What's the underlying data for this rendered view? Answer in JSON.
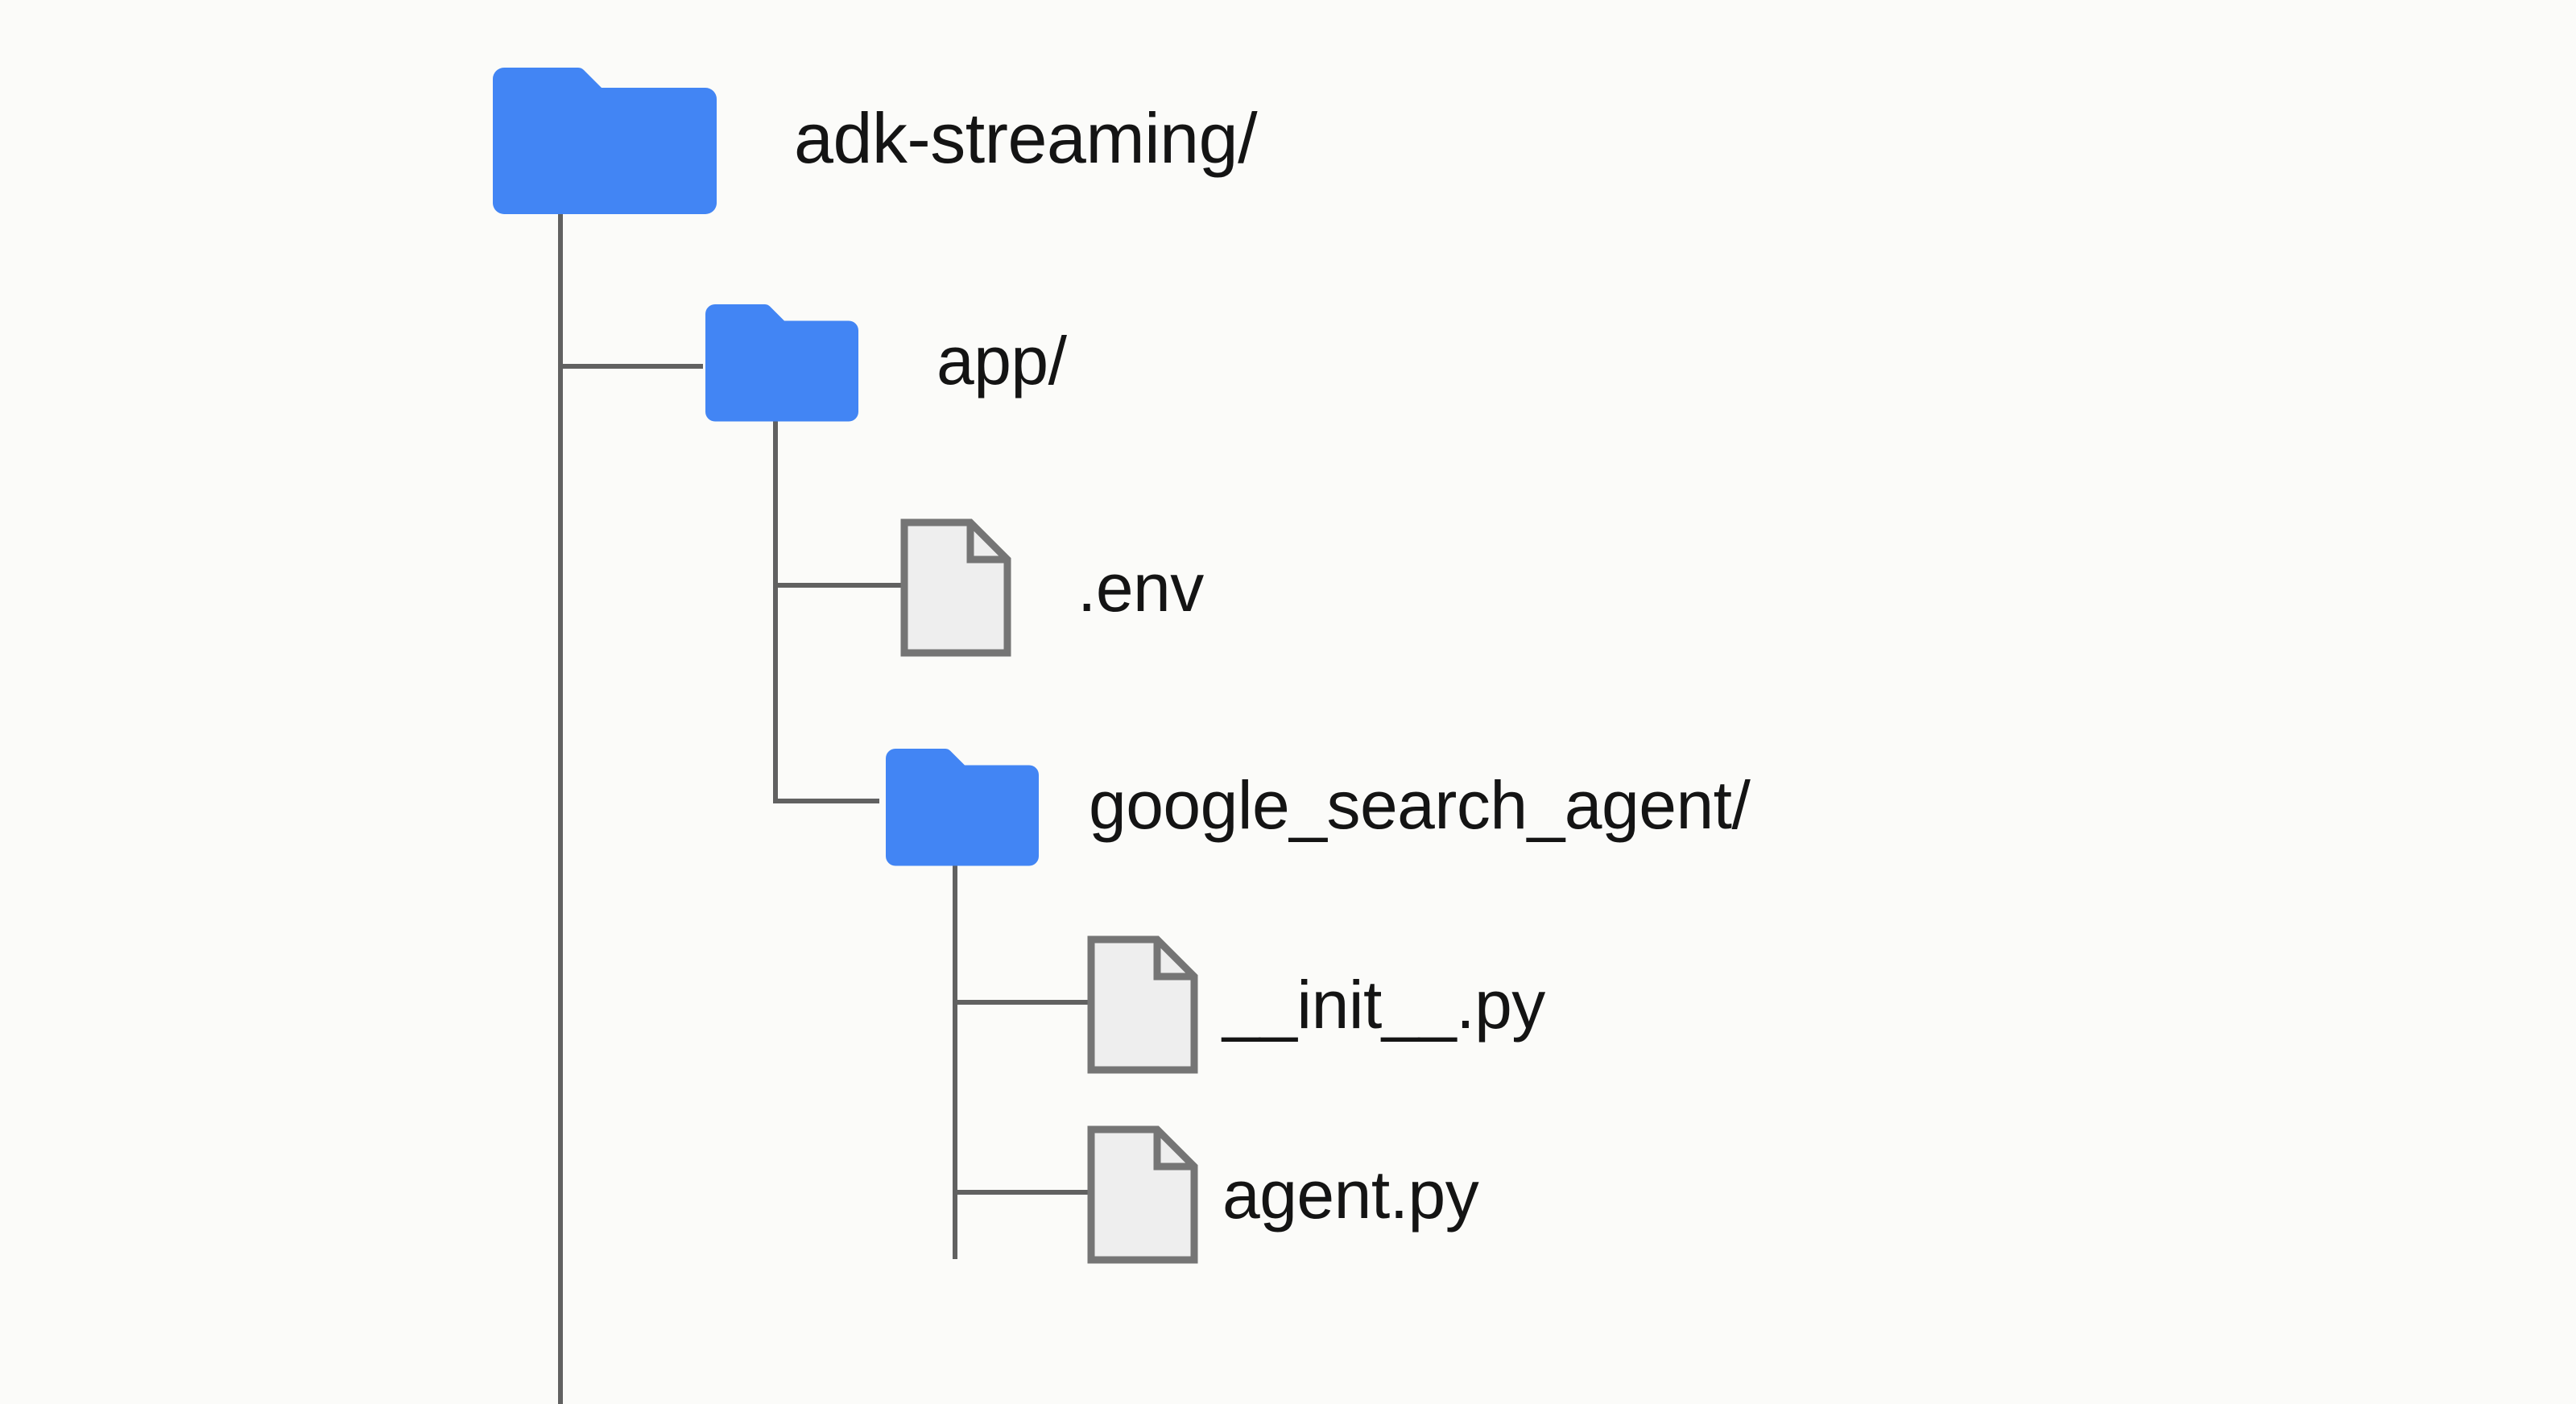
{
  "diagram": {
    "type": "file-tree",
    "title": "adk-streaming project structure",
    "background_color": "#fbfbf9",
    "folder_color": "#4285f4",
    "file_fill_color": "#eeeeee",
    "file_stroke_color": "#757575",
    "connector_color": "#616161",
    "text_color": "#141414"
  },
  "tree": {
    "root": {
      "label": "adk-streaming/",
      "icon": "folder-icon",
      "type": "folder",
      "children": [
        {
          "label": "app/",
          "icon": "folder-icon",
          "type": "folder",
          "children": [
            {
              "label": ".env",
              "icon": "file-icon",
              "type": "file",
              "children": []
            },
            {
              "label": "google_search_agent/",
              "icon": "folder-icon",
              "type": "folder",
              "children": [
                {
                  "label": "__init__.py",
                  "icon": "file-icon",
                  "type": "file",
                  "children": []
                },
                {
                  "label": "agent.py",
                  "icon": "file-icon",
                  "type": "file",
                  "children": []
                }
              ]
            }
          ]
        }
      ]
    }
  },
  "nodes": {
    "root": {
      "label": "adk-streaming/"
    },
    "app": {
      "label": "app/"
    },
    "env": {
      "label": ".env"
    },
    "gsa": {
      "label": "google_search_agent/"
    },
    "init": {
      "label": "__init__.py"
    },
    "agent": {
      "label": "agent.py"
    }
  }
}
